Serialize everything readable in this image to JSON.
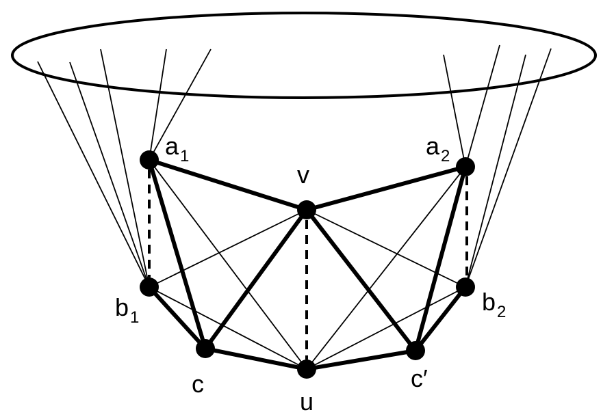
{
  "labels": {
    "a1": {
      "base": "a",
      "sub": "1"
    },
    "a2": {
      "base": "a",
      "sub": "2"
    },
    "b1": {
      "base": "b",
      "sub": "1"
    },
    "b2": {
      "base": "b",
      "sub": "2"
    },
    "v": "v",
    "u": "u",
    "c": "c",
    "c_prime": "c′"
  },
  "colors": {
    "stroke": "#000000",
    "background": "#ffffff"
  }
}
